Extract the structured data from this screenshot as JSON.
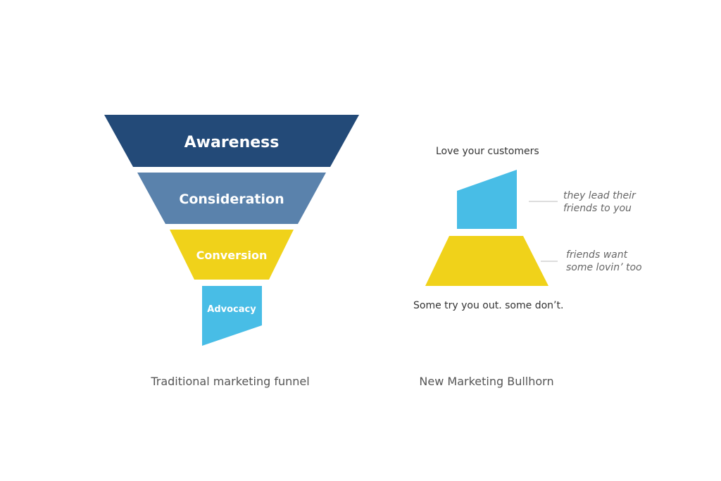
{
  "funnel": {
    "stages": [
      {
        "label": "Awareness",
        "color": "#234a78"
      },
      {
        "label": "Consideration",
        "color": "#5a82ac"
      },
      {
        "label": "Conversion",
        "color": "#f0d21a"
      },
      {
        "label": "Advocacy",
        "color": "#48bde6"
      }
    ],
    "caption": "Traditional marketing funnel"
  },
  "bullhorn": {
    "top_note": "Love your customers",
    "side_note_1": [
      "they lead their",
      "friends to you"
    ],
    "side_note_2": [
      "friends want",
      "some lovin’ too"
    ],
    "bottom_note": "Some try you out. some don’t.",
    "caption": "New Marketing Bullhorn",
    "colors": {
      "blue": "#48bde6",
      "yellow": "#f0d21a",
      "line": "#bbbbbb"
    }
  }
}
